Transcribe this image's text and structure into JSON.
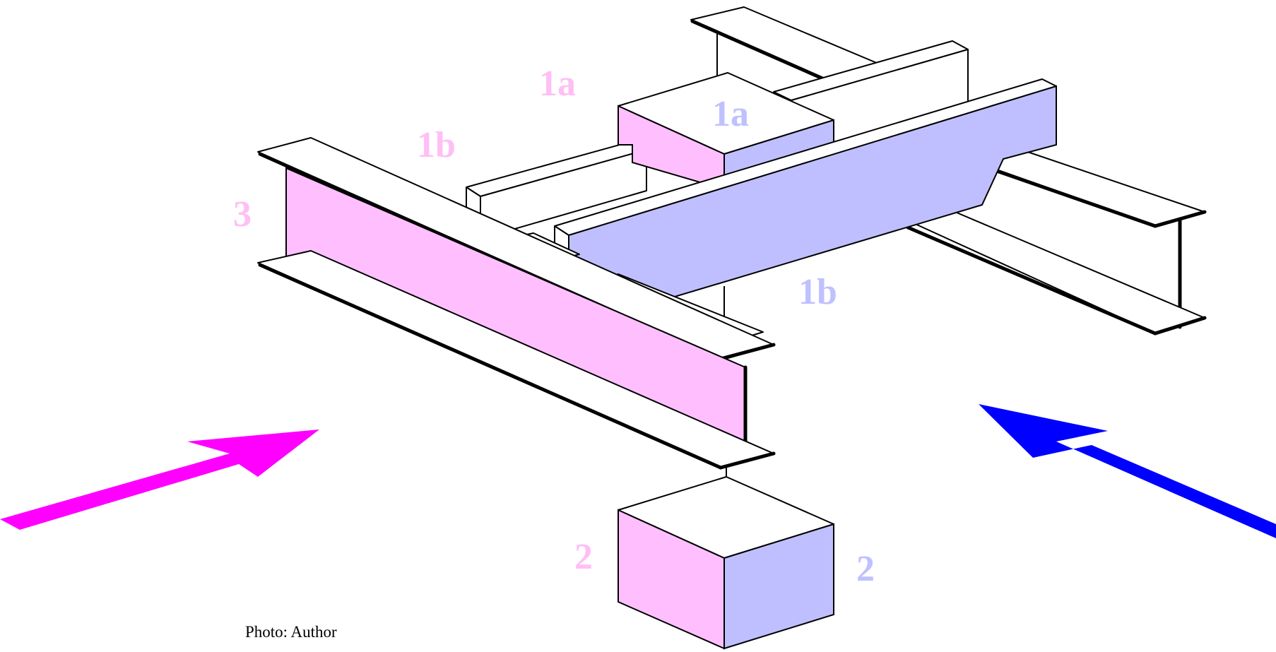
{
  "labels": {
    "top_left_1a": "1a",
    "top_box_1a": "1a",
    "left_1b": "1b",
    "right_1b": "1b",
    "left_3": "3",
    "cube_left_2": "2",
    "cube_right_2": "2"
  },
  "credit": "Photo: Author",
  "colors": {
    "pink_face": "#ffbfff",
    "blue_face": "#bfbfff",
    "pink_label": "#ffbff5",
    "blue_label": "#bfc1ff",
    "magenta_arrow": "#ff00ff",
    "blue_arrow": "#0000ff"
  }
}
